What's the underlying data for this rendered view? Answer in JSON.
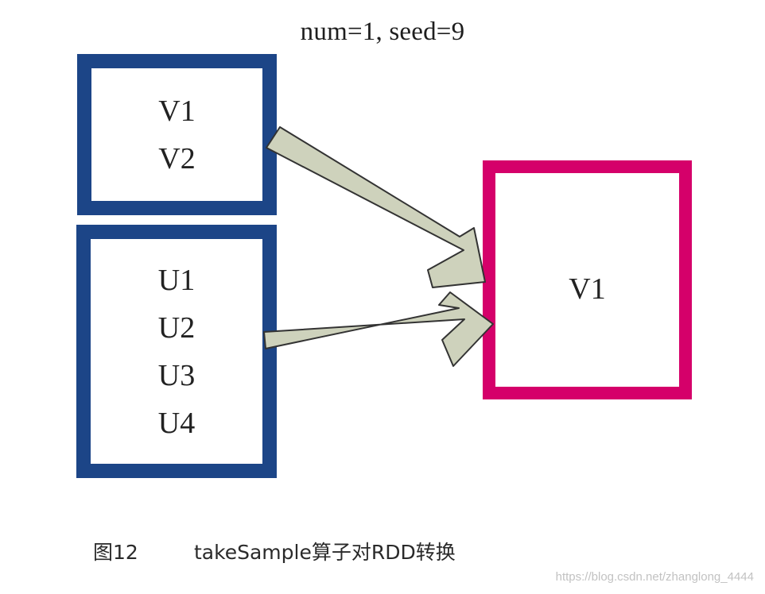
{
  "diagram": {
    "title": "num=1, seed=9",
    "source_partitions": [
      {
        "items": [
          "V1",
          "V2"
        ]
      },
      {
        "items": [
          "U1",
          "U2",
          "U3",
          "U4"
        ]
      }
    ],
    "result_partition": {
      "items": [
        "V1"
      ]
    },
    "colors": {
      "source_border": "#1c4587",
      "result_border": "#d5006a",
      "arrow_fill": "#ced2bc",
      "arrow_stroke": "#333333"
    }
  },
  "caption": {
    "number": "图12",
    "text": "takeSample算子对RDD转换"
  },
  "watermark": "https://blog.csdn.net/zhanglong_4444"
}
